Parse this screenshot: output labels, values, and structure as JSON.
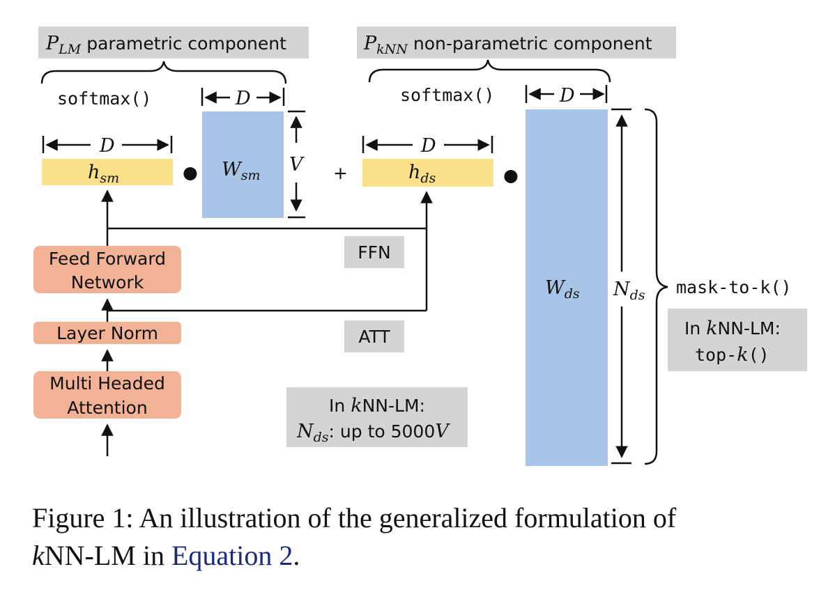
{
  "headers": {
    "lm": {
      "sym": "P",
      "sub": "LM",
      "text": " parametric component"
    },
    "knn": {
      "sym": "P",
      "sub": "kNN",
      "text": " non-parametric component"
    }
  },
  "functions": {
    "softmax_left": "softmax()",
    "softmax_right": "softmax()",
    "mask": "mask-to-k()"
  },
  "dims": {
    "D": "D",
    "V": "V",
    "Nds_sym": "N",
    "Nds_sub": "ds"
  },
  "vectors": {
    "h_sm": {
      "sym": "h",
      "sub": "sm"
    },
    "h_ds": {
      "sym": "h",
      "sub": "ds"
    },
    "W_sm": {
      "sym": "W",
      "sub": "sm"
    },
    "W_ds": {
      "sym": "W",
      "sub": "ds"
    }
  },
  "operators": {
    "dot": "●",
    "plus": "+"
  },
  "blocks": {
    "ffn_line1": "Feed Forward",
    "ffn_line2": "Network",
    "layernorm": "Layer Norm",
    "mha_line1": "Multi Headed",
    "mha_line2": "Attention"
  },
  "tags": {
    "ffn": "FFN",
    "att": "ATT"
  },
  "notes": {
    "center_line1_pre": "In ",
    "center_line1_k": "k",
    "center_line1_post": "NN-LM:",
    "center_line2_sym": "N",
    "center_line2_sub": "ds",
    "center_line2_text": ": up to 5000",
    "center_line2_V": "V",
    "right_line1_pre": "In ",
    "right_line1_k": "k",
    "right_line1_post": "NN-LM:",
    "right_line2_pre": "top-",
    "right_line2_k": "k",
    "right_line2_post": "()"
  },
  "caption": {
    "line1": "Figure 1: An illustration of the generalized formulation of",
    "line2_k": "k",
    "line2_text": "NN-LM in ",
    "line2_link": "Equation 2",
    "line2_end": "."
  },
  "colors": {
    "yellow": "#fbe08a",
    "blue": "#a8c4e6",
    "salmon": "#f2b295",
    "gray": "#d4d4d4"
  }
}
